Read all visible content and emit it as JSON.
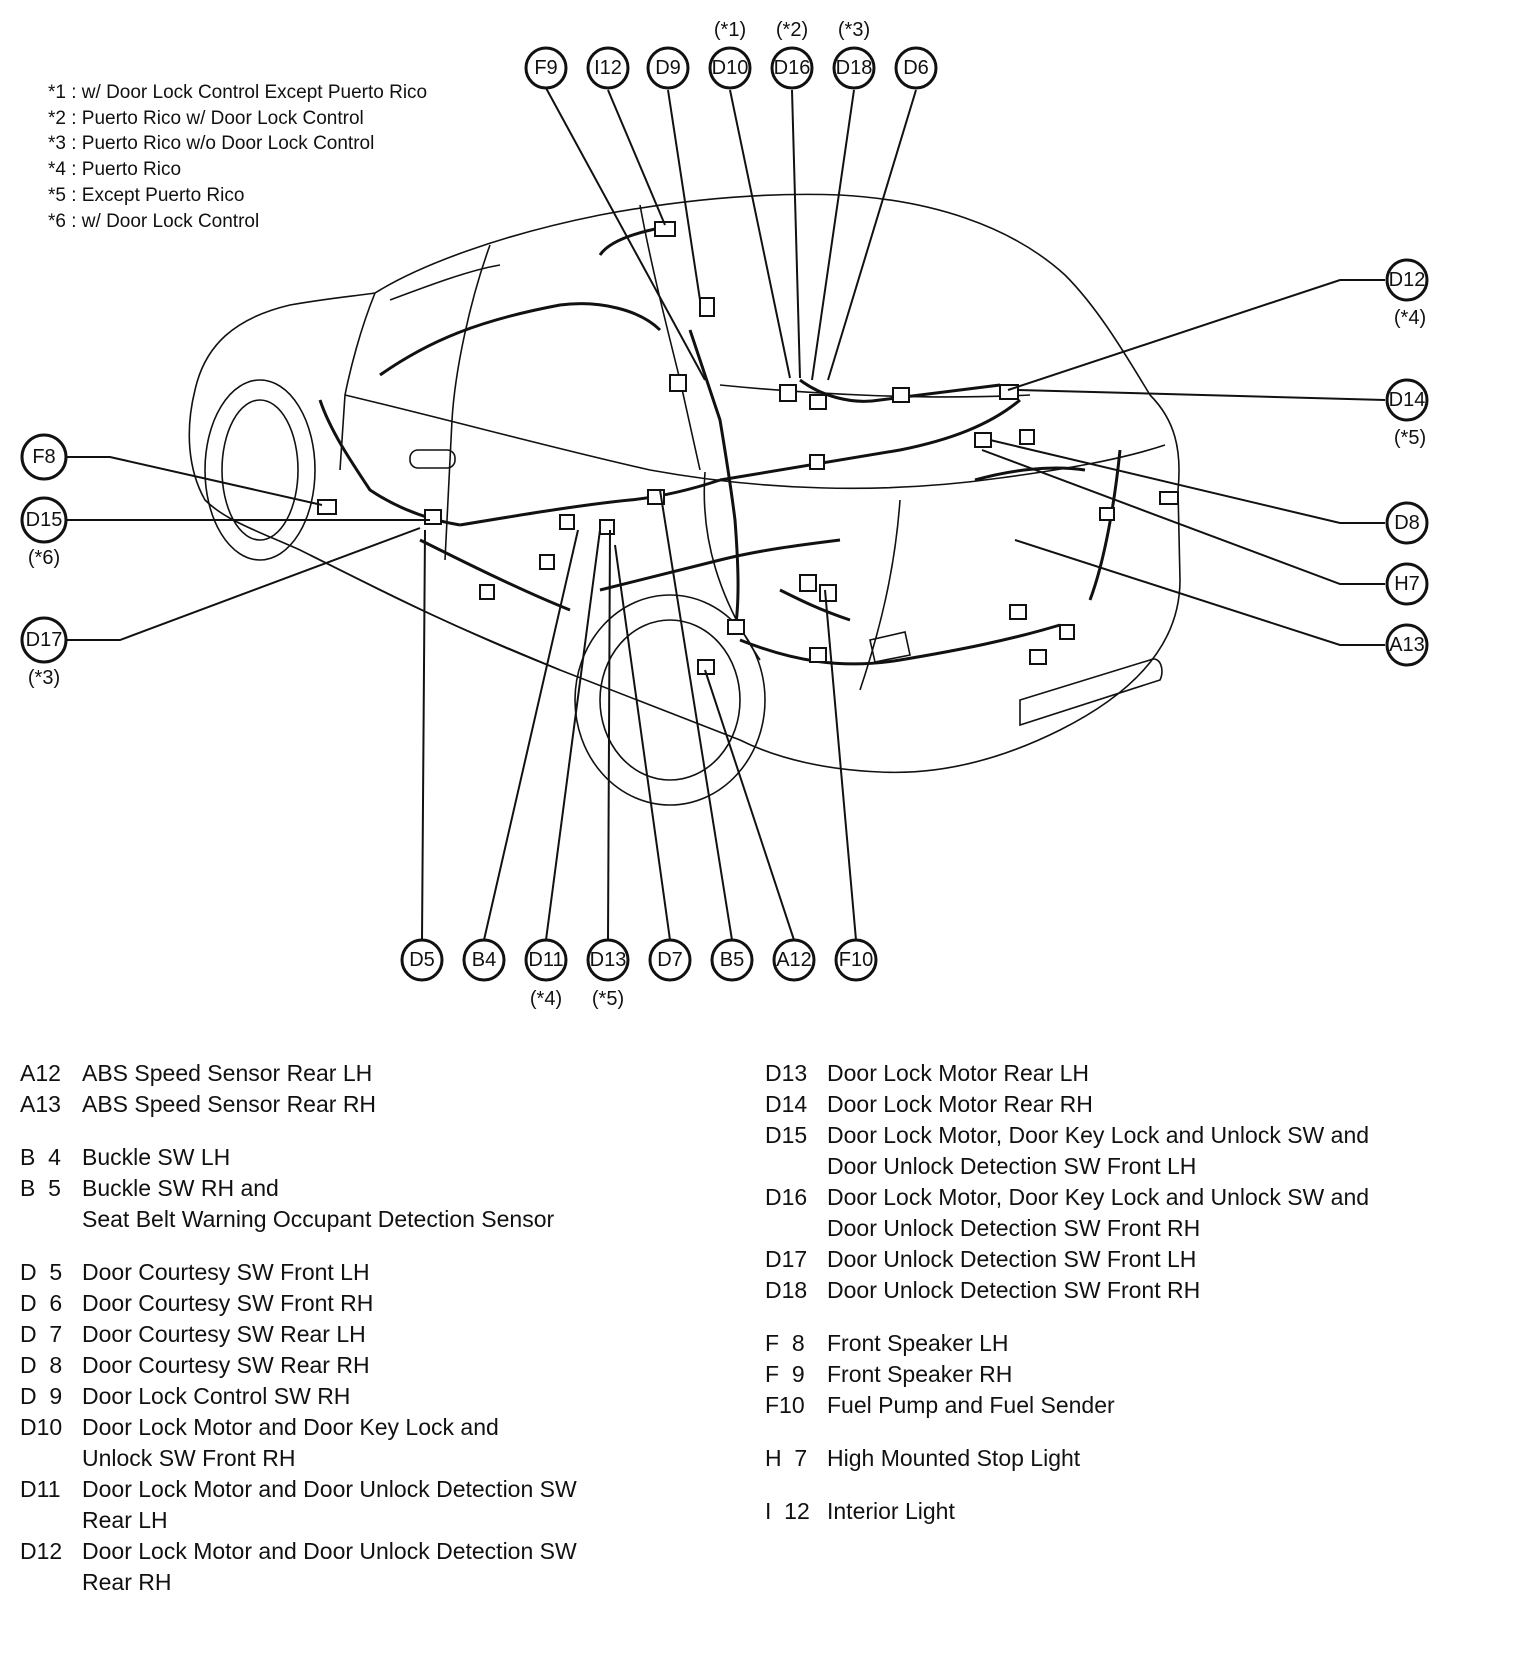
{
  "notes": [
    "*1 : w/ Door Lock Control Except Puerto Rico",
    "*2 : Puerto Rico w/ Door Lock Control",
    "*3 : Puerto Rico w/o Door Lock Control",
    "*4 : Puerto Rico",
    "*5 : Except Puerto Rico",
    "*6 : w/ Door Lock Control"
  ],
  "callouts": [
    {
      "label": "F9",
      "note": ""
    },
    {
      "label": "I12",
      "note": ""
    },
    {
      "label": "D9",
      "note": ""
    },
    {
      "label": "D10",
      "note": "(*1)"
    },
    {
      "label": "D16",
      "note": "(*2)"
    },
    {
      "label": "D18",
      "note": "(*3)"
    },
    {
      "label": "D6",
      "note": ""
    },
    {
      "label": "D12",
      "note": "(*4)"
    },
    {
      "label": "D14",
      "note": "(*5)"
    },
    {
      "label": "D8",
      "note": ""
    },
    {
      "label": "H7",
      "note": ""
    },
    {
      "label": "A13",
      "note": ""
    },
    {
      "label": "F8",
      "note": ""
    },
    {
      "label": "D15",
      "note": "(*6)"
    },
    {
      "label": "D17",
      "note": "(*3)"
    },
    {
      "label": "D5",
      "note": ""
    },
    {
      "label": "B4",
      "note": ""
    },
    {
      "label": "D11",
      "note": "(*4)"
    },
    {
      "label": "D13",
      "note": "(*5)"
    },
    {
      "label": "D7",
      "note": ""
    },
    {
      "label": "B5",
      "note": ""
    },
    {
      "label": "A12",
      "note": ""
    },
    {
      "label": "F10",
      "note": ""
    }
  ],
  "legend": {
    "left": [
      [
        {
          "code": "A12",
          "desc": "ABS Speed Sensor Rear LH"
        },
        {
          "code": "A13",
          "desc": "ABS Speed Sensor Rear RH"
        }
      ],
      [
        {
          "code": "B  4",
          "desc": "Buckle SW LH"
        },
        {
          "code": "B  5",
          "desc": "Buckle SW RH and"
        },
        {
          "code": "",
          "desc": "Seat Belt Warning Occupant Detection Sensor"
        }
      ],
      [
        {
          "code": "D  5",
          "desc": "Door Courtesy SW Front LH"
        },
        {
          "code": "D  6",
          "desc": "Door Courtesy SW Front RH"
        },
        {
          "code": "D  7",
          "desc": "Door Courtesy SW Rear LH"
        },
        {
          "code": "D  8",
          "desc": "Door Courtesy SW Rear RH"
        },
        {
          "code": "D  9",
          "desc": "Door Lock Control SW RH"
        },
        {
          "code": "D10",
          "desc": "Door Lock Motor and Door Key Lock and"
        },
        {
          "code": "",
          "desc": "Unlock SW Front RH"
        },
        {
          "code": "D11",
          "desc": "Door Lock Motor and Door Unlock Detection SW"
        },
        {
          "code": "",
          "desc": "Rear LH"
        },
        {
          "code": "D12",
          "desc": "Door Lock Motor and Door Unlock Detection SW"
        },
        {
          "code": "",
          "desc": "Rear RH"
        }
      ]
    ],
    "right": [
      [
        {
          "code": "D13",
          "desc": "Door Lock Motor Rear LH"
        },
        {
          "code": "D14",
          "desc": "Door Lock Motor Rear RH"
        },
        {
          "code": "D15",
          "desc": "Door Lock Motor, Door Key Lock and Unlock SW and"
        },
        {
          "code": "",
          "desc": "Door Unlock Detection SW Front LH"
        },
        {
          "code": "D16",
          "desc": "Door Lock Motor, Door Key Lock and Unlock SW and"
        },
        {
          "code": "",
          "desc": "Door Unlock Detection SW Front RH"
        },
        {
          "code": "D17",
          "desc": "Door Unlock Detection SW Front LH"
        },
        {
          "code": "D18",
          "desc": "Door Unlock Detection SW Front RH"
        }
      ],
      [
        {
          "code": "F  8",
          "desc": "Front Speaker LH"
        },
        {
          "code": "F  9",
          "desc": "Front Speaker RH"
        },
        {
          "code": "F10",
          "desc": "Fuel Pump and Fuel Sender"
        }
      ],
      [
        {
          "code": "H  7",
          "desc": "High Mounted Stop Light"
        }
      ],
      [
        {
          "code": "I  12",
          "desc": "Interior Light"
        }
      ]
    ]
  }
}
